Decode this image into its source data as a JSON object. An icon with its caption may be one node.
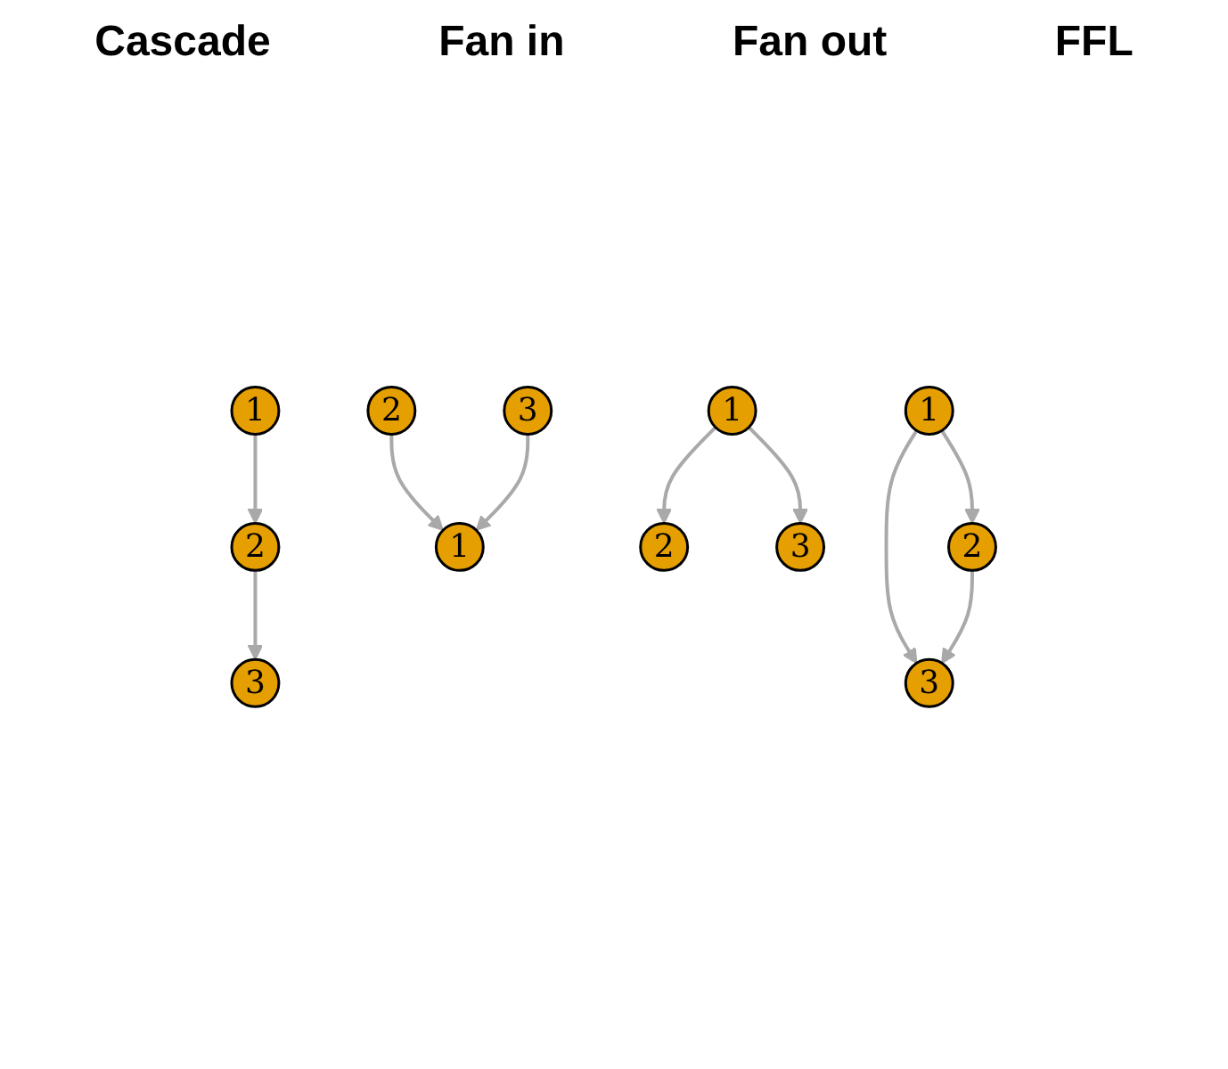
{
  "diagram": {
    "nodes": [
      {
        "text": [
          "1"
        ]
      },
      {
        "text": [
          "2"
        ]
      },
      {
        "text": [
          "3"
        ]
      },
      {
        "text": [
          "1"
        ]
      },
      {
        "text": [
          "2"
        ]
      },
      {
        "text": [
          "3"
        ]
      },
      {
        "text": [
          "1"
        ]
      },
      {
        "text": [
          "2"
        ]
      },
      {
        "text": [
          "3"
        ]
      },
      {
        "text": [
          "1"
        ]
      },
      {
        "text": [
          "2"
        ]
      },
      {
        "text": [
          "3"
        ]
      }
    ],
    "edges": [
      {
        "from": 0,
        "to": 1,
        "arrow": "to"
      },
      {
        "from": 1,
        "to": 2,
        "arrow": "to"
      },
      {
        "from": 4,
        "to": 3,
        "arrow": "to"
      },
      {
        "from": 5,
        "to": 3,
        "arrow": "to"
      },
      {
        "from": 6,
        "to": 7,
        "arrow": "to"
      },
      {
        "from": 6,
        "to": 8,
        "arrow": "to"
      },
      {
        "from": 9,
        "to": 10,
        "arrow": "to"
      },
      {
        "from": 9,
        "to": 11,
        "arrow": "to"
      },
      {
        "from": 10,
        "to": 11,
        "arrow": "to"
      }
    ],
    "labels": [
      "Cascade",
      "Fan in",
      "Fan out",
      "FFL"
    ]
  }
}
